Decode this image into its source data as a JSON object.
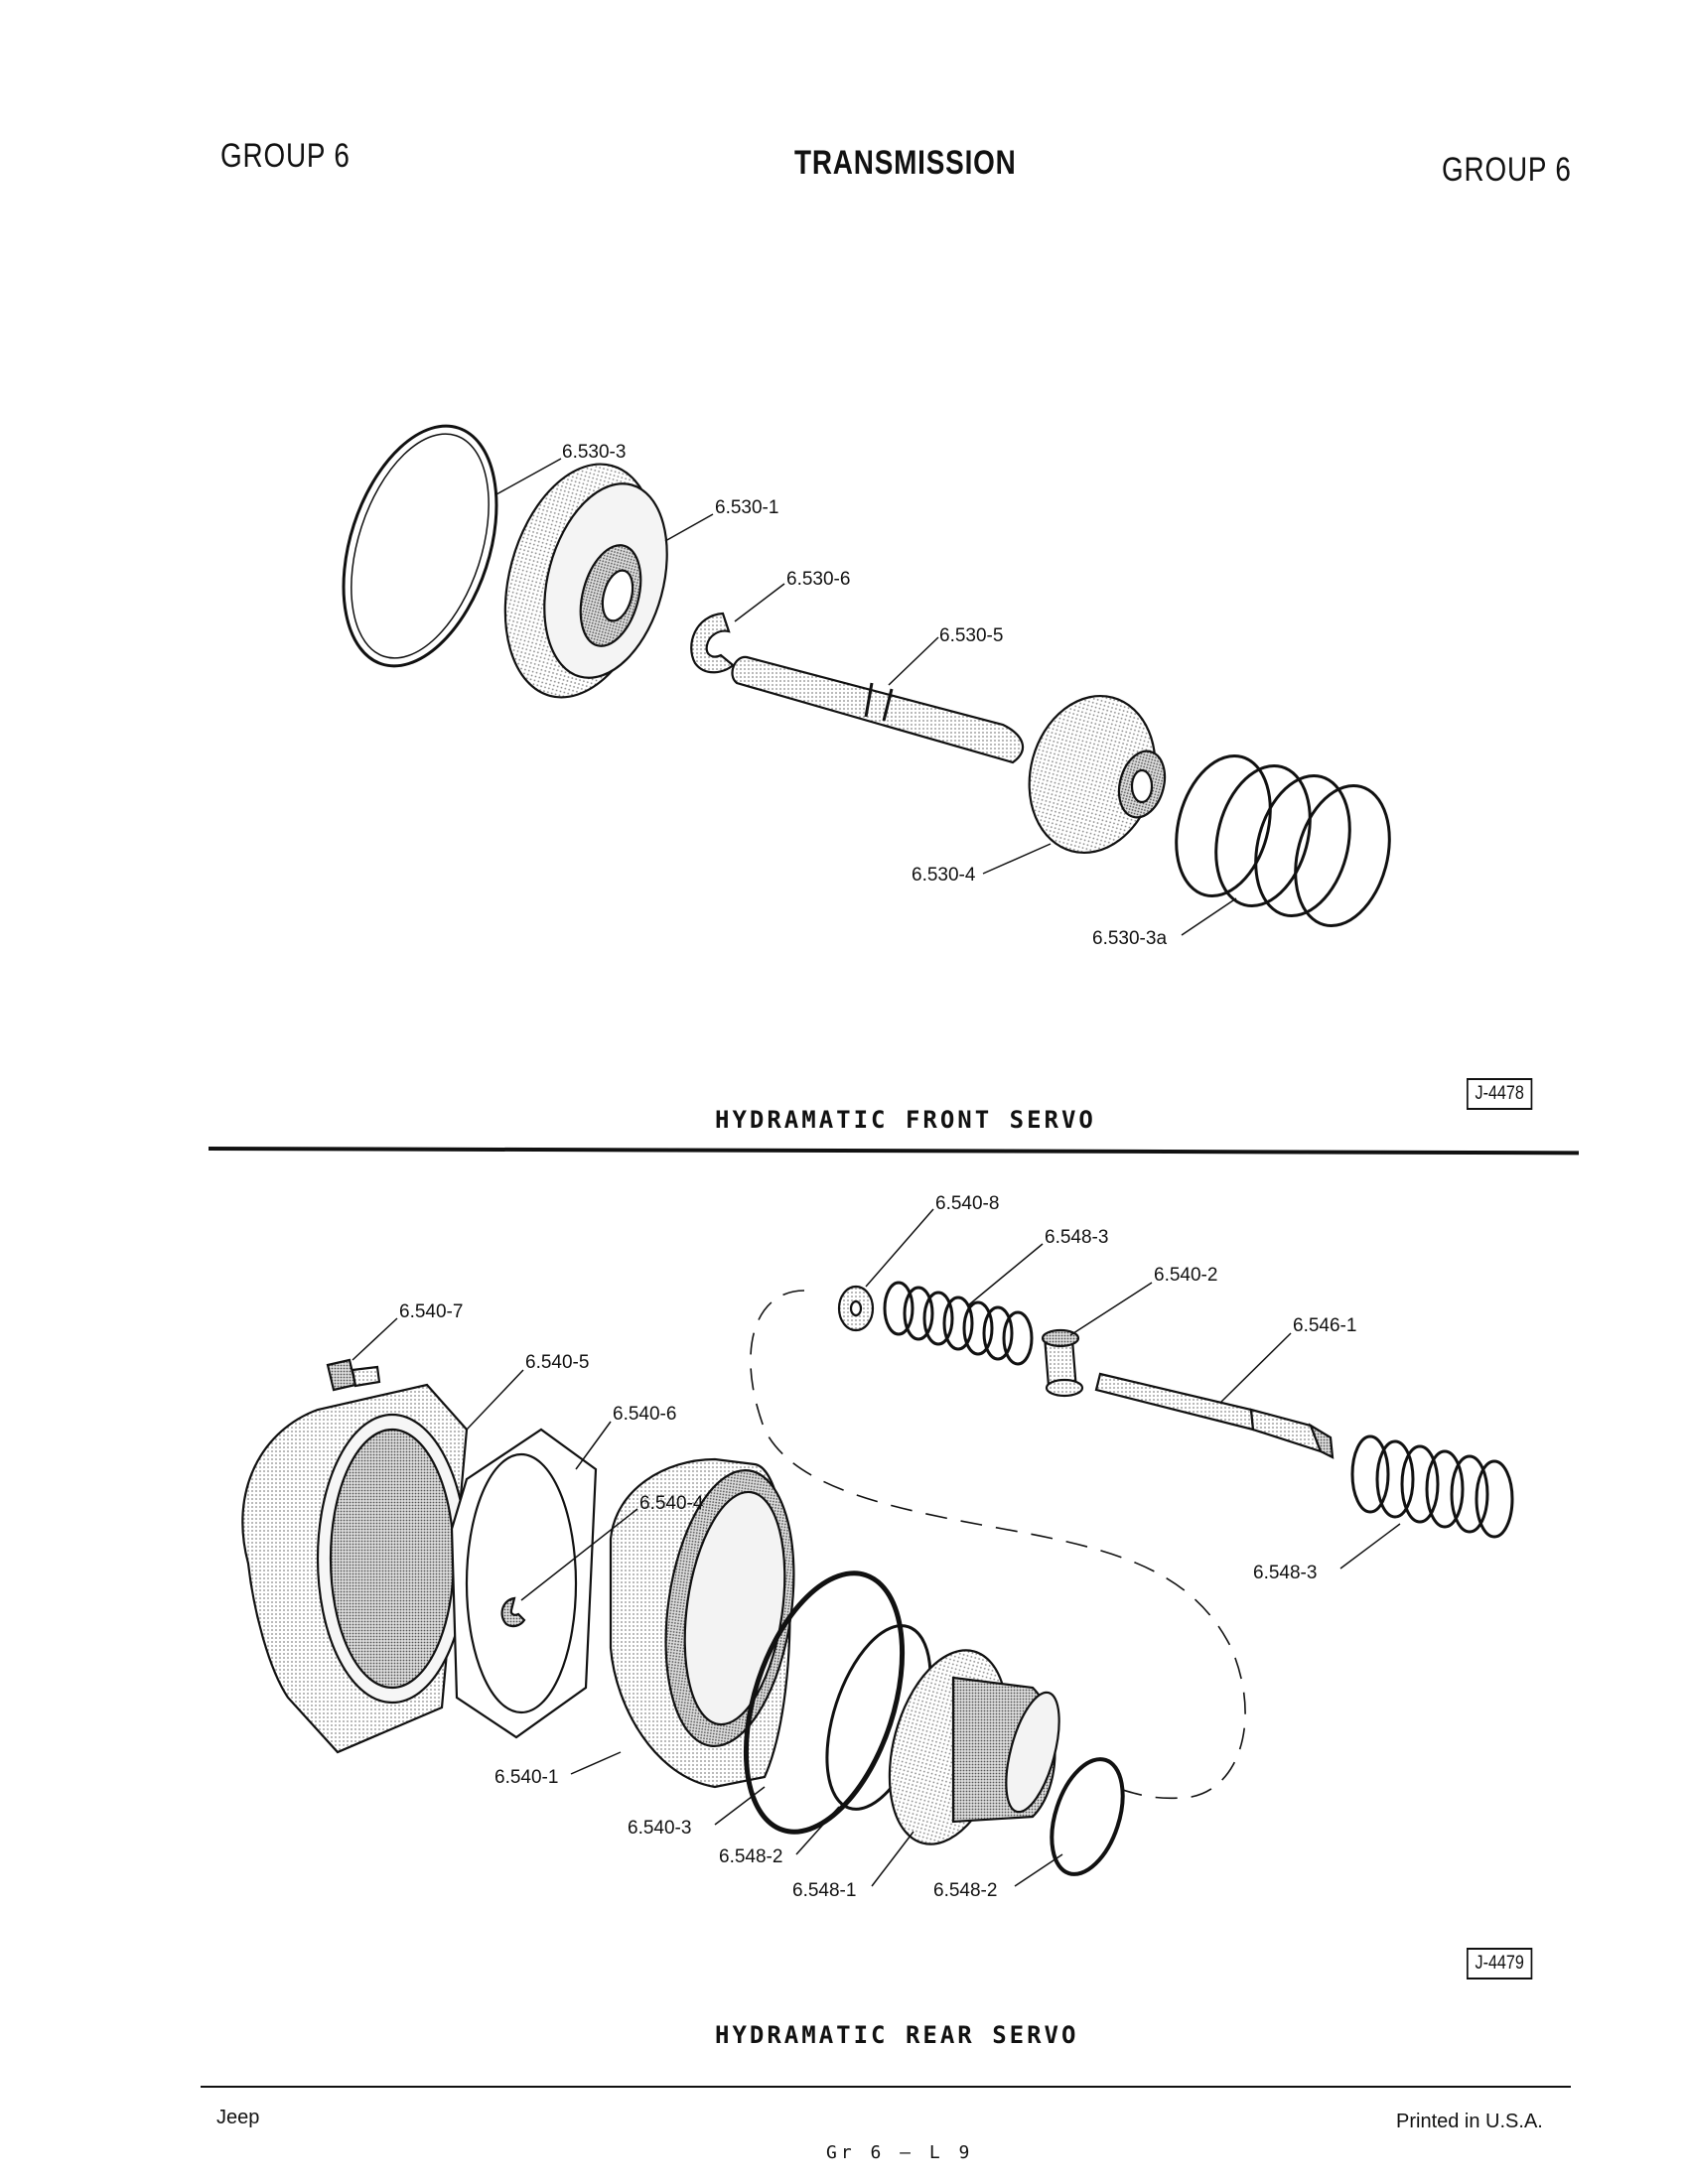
{
  "header": {
    "left": "GROUP 6",
    "center": "TRANSMISSION",
    "right": "GROUP 6"
  },
  "front_servo": {
    "caption": "HYDRAMATIC FRONT SERVO",
    "figure_id": "J-4478",
    "labels": [
      "6.530-3",
      "6.530-1",
      "6.530-6",
      "6.530-5",
      "6.530-4",
      "6.530-3a"
    ]
  },
  "rear_servo": {
    "caption": "HYDRAMATIC REAR SERVO",
    "figure_id": "J-4479",
    "labels": [
      "6.540-8",
      "6.548-3",
      "6.540-2",
      "6.546-1",
      "6.540-7",
      "6.540-5",
      "6.540-6",
      "6.540-4",
      "6.548-3",
      "6.540-1",
      "6.540-3",
      "6.548-2",
      "6.548-1",
      "6.548-2"
    ]
  },
  "footer": {
    "left": "Jeep",
    "center": "Gr 6 – L 9",
    "right": "Printed in U.S.A."
  }
}
